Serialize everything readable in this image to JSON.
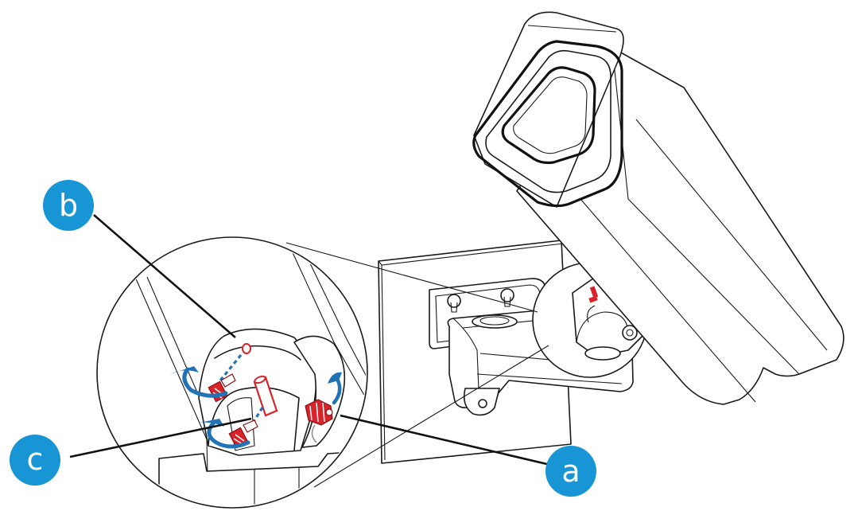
{
  "callouts": [
    {
      "id": "a",
      "label": "a"
    },
    {
      "id": "b",
      "label": "b"
    },
    {
      "id": "c",
      "label": "c"
    }
  ],
  "colors": {
    "callout_fill": "#1795d4",
    "screw_red": "#d8232a",
    "arrow_blue": "#2273b5",
    "line": "#1a1a1a"
  }
}
